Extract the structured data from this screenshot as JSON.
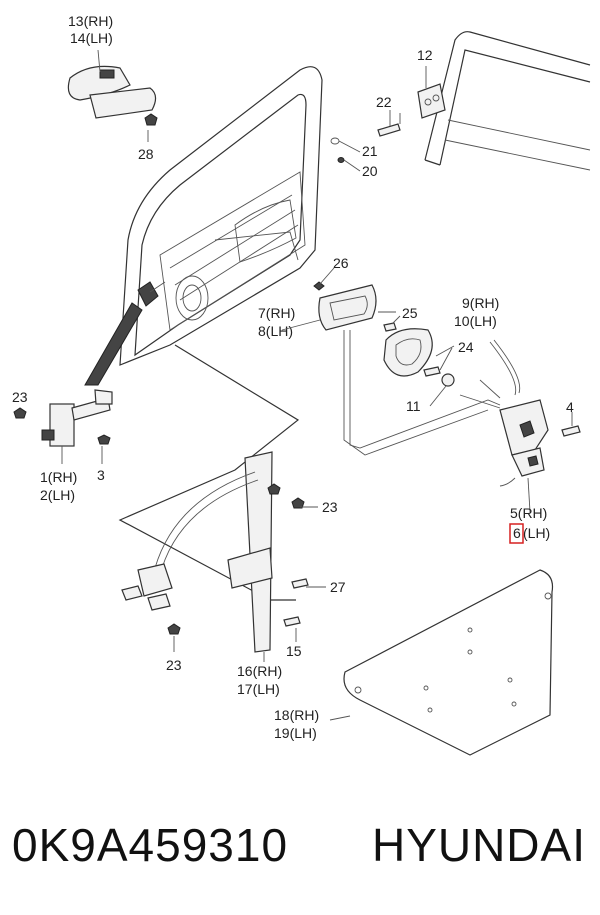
{
  "callouts": {
    "c13": "13(RH)",
    "c14": "14(LH)",
    "c28": "28",
    "c12": "12",
    "c22": "22",
    "c21": "21",
    "c20": "20",
    "c26": "26",
    "c25": "25",
    "c24": "24",
    "c7": "7(RH)",
    "c8": "8(LH)",
    "c9": "9(RH)",
    "c10": "10(LH)",
    "c11": "11",
    "c4": "4",
    "c5": "5(RH)",
    "c6a": "6",
    "c6b": "(LH)",
    "c23a": "23",
    "c1": "1(RH)",
    "c2": "2(LH)",
    "c3": "3",
    "c23b": "23",
    "c27": "27",
    "c23c": "23",
    "c15": "15",
    "c16": "16(RH)",
    "c17": "17(LH)",
    "c18": "18(RH)",
    "c19": "19(LH)"
  },
  "footer": {
    "part_number": "0K9A459310",
    "brand": "HYUNDAI"
  },
  "colors": {
    "highlight": "#d62020",
    "line": "#333333"
  }
}
